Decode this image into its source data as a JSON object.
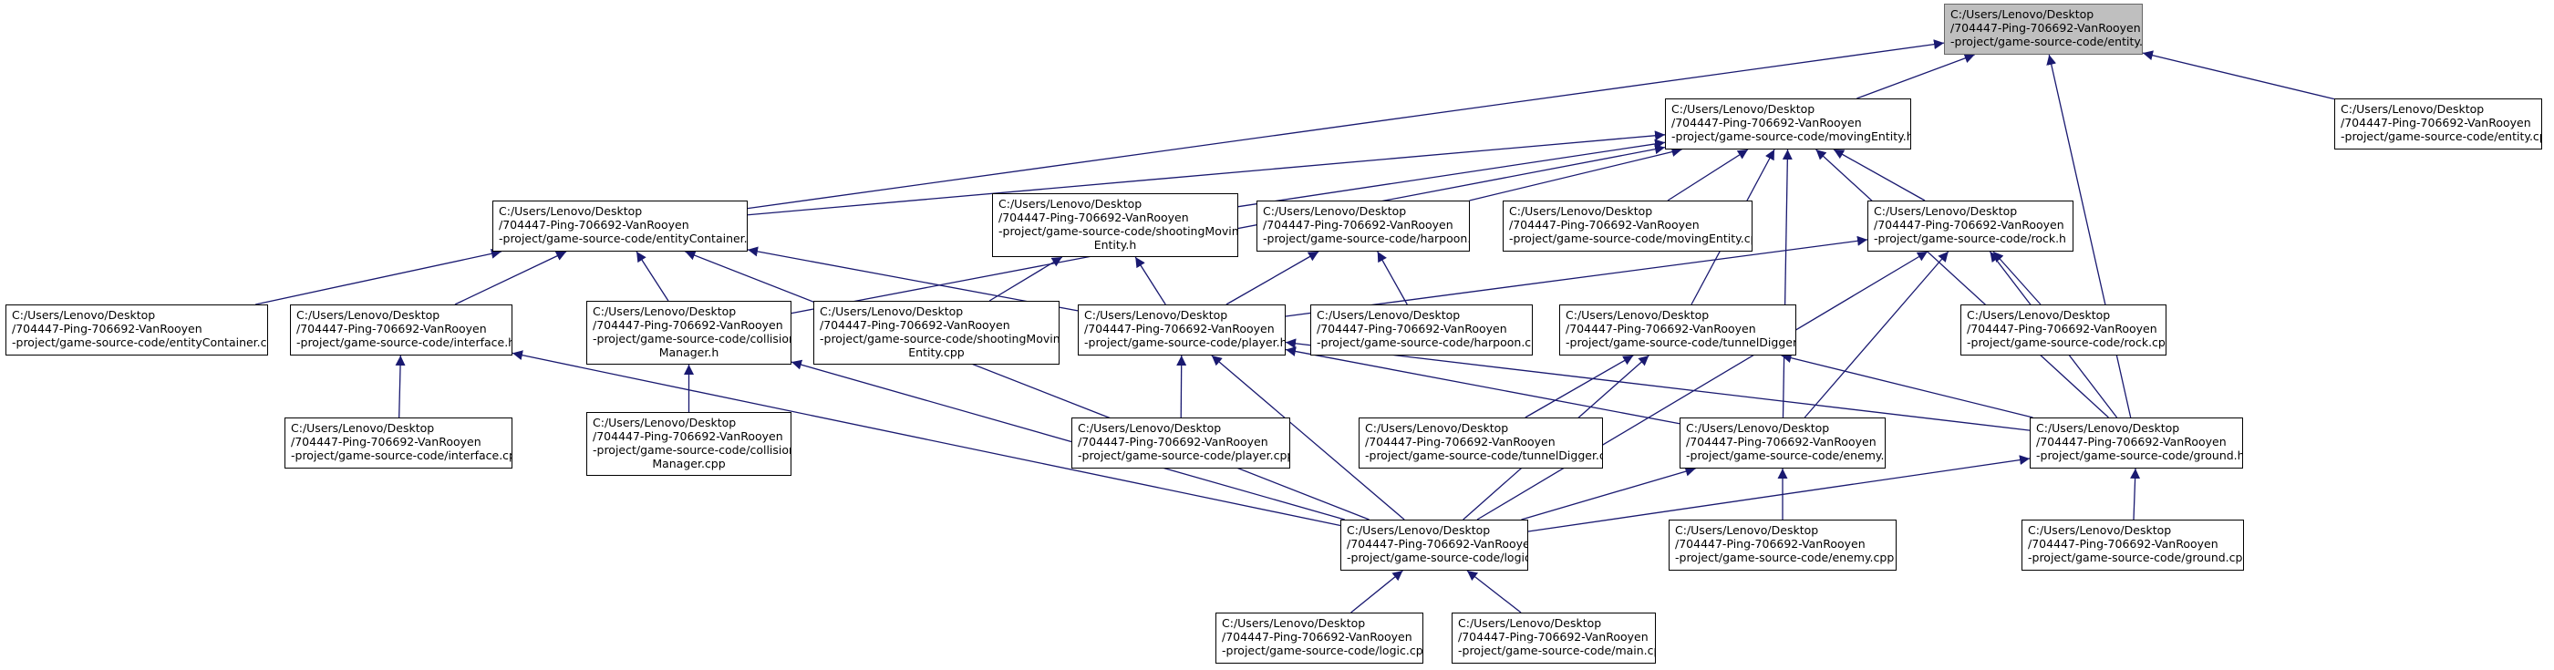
{
  "colors": {
    "edge": "#191970",
    "root_fill": "#bfbfbf",
    "node_border": "#000000"
  },
  "nodes": [
    {
      "id": "entity_h",
      "lines": [
        "C:/Users/Lenovo/Desktop",
        "/704447-Ping-706692-VanRooyen",
        "-project/game-source-code/entity.h"
      ],
      "root": true
    },
    {
      "id": "movingEntity_h",
      "lines": [
        "C:/Users/Lenovo/Desktop",
        "/704447-Ping-706692-VanRooyen",
        "-project/game-source-code/movingEntity.h"
      ]
    },
    {
      "id": "entity_cpp",
      "lines": [
        "C:/Users/Lenovo/Desktop",
        "/704447-Ping-706692-VanRooyen",
        "-project/game-source-code/entity.cpp"
      ]
    },
    {
      "id": "entityContainer_h",
      "lines": [
        "C:/Users/Lenovo/Desktop",
        "/704447-Ping-706692-VanRooyen",
        "-project/game-source-code/entityContainer.h"
      ]
    },
    {
      "id": "shootingMovingEntity_h",
      "lines": [
        "C:/Users/Lenovo/Desktop",
        "/704447-Ping-706692-VanRooyen",
        "-project/game-source-code/shootingMoving",
        "Entity.h"
      ],
      "center_last": true
    },
    {
      "id": "harpoon_h",
      "lines": [
        "C:/Users/Lenovo/Desktop",
        "/704447-Ping-706692-VanRooyen",
        "-project/game-source-code/harpoon.h"
      ]
    },
    {
      "id": "movingEntity_cpp",
      "lines": [
        "C:/Users/Lenovo/Desktop",
        "/704447-Ping-706692-VanRooyen",
        "-project/game-source-code/movingEntity.cpp"
      ]
    },
    {
      "id": "rock_h",
      "lines": [
        "C:/Users/Lenovo/Desktop",
        "/704447-Ping-706692-VanRooyen",
        "-project/game-source-code/rock.h"
      ]
    },
    {
      "id": "entityContainer_cpp",
      "lines": [
        "C:/Users/Lenovo/Desktop",
        "/704447-Ping-706692-VanRooyen",
        "-project/game-source-code/entityContainer.cpp"
      ]
    },
    {
      "id": "interface_h",
      "lines": [
        "C:/Users/Lenovo/Desktop",
        "/704447-Ping-706692-VanRooyen",
        "-project/game-source-code/interface.h"
      ]
    },
    {
      "id": "collisionManager_h",
      "lines": [
        "C:/Users/Lenovo/Desktop",
        "/704447-Ping-706692-VanRooyen",
        "-project/game-source-code/collision",
        "Manager.h"
      ],
      "center_last": true
    },
    {
      "id": "shootingMovingEntity_cpp",
      "lines": [
        "C:/Users/Lenovo/Desktop",
        "/704447-Ping-706692-VanRooyen",
        "-project/game-source-code/shootingMoving",
        "Entity.cpp"
      ],
      "center_last": true
    },
    {
      "id": "player_h",
      "lines": [
        "C:/Users/Lenovo/Desktop",
        "/704447-Ping-706692-VanRooyen",
        "-project/game-source-code/player.h"
      ]
    },
    {
      "id": "harpoon_cpp",
      "lines": [
        "C:/Users/Lenovo/Desktop",
        "/704447-Ping-706692-VanRooyen",
        "-project/game-source-code/harpoon.cpp"
      ]
    },
    {
      "id": "tunnelDigger_h",
      "lines": [
        "C:/Users/Lenovo/Desktop",
        "/704447-Ping-706692-VanRooyen",
        "-project/game-source-code/tunnelDigger.h"
      ]
    },
    {
      "id": "rock_cpp",
      "lines": [
        "C:/Users/Lenovo/Desktop",
        "/704447-Ping-706692-VanRooyen",
        "-project/game-source-code/rock.cpp"
      ]
    },
    {
      "id": "interface_cpp",
      "lines": [
        "C:/Users/Lenovo/Desktop",
        "/704447-Ping-706692-VanRooyen",
        "-project/game-source-code/interface.cpp"
      ]
    },
    {
      "id": "collisionManager_cpp",
      "lines": [
        "C:/Users/Lenovo/Desktop",
        "/704447-Ping-706692-VanRooyen",
        "-project/game-source-code/collision",
        "Manager.cpp"
      ],
      "center_last": true
    },
    {
      "id": "player_cpp",
      "lines": [
        "C:/Users/Lenovo/Desktop",
        "/704447-Ping-706692-VanRooyen",
        "-project/game-source-code/player.cpp"
      ]
    },
    {
      "id": "tunnelDigger_cpp",
      "lines": [
        "C:/Users/Lenovo/Desktop",
        "/704447-Ping-706692-VanRooyen",
        "-project/game-source-code/tunnelDigger.cpp"
      ]
    },
    {
      "id": "enemy_h",
      "lines": [
        "C:/Users/Lenovo/Desktop",
        "/704447-Ping-706692-VanRooyen",
        "-project/game-source-code/enemy.h"
      ]
    },
    {
      "id": "ground_h",
      "lines": [
        "C:/Users/Lenovo/Desktop",
        "/704447-Ping-706692-VanRooyen",
        "-project/game-source-code/ground.h"
      ]
    },
    {
      "id": "logic_h",
      "lines": [
        "C:/Users/Lenovo/Desktop",
        "/704447-Ping-706692-VanRooyen",
        "-project/game-source-code/logic.h"
      ]
    },
    {
      "id": "enemy_cpp",
      "lines": [
        "C:/Users/Lenovo/Desktop",
        "/704447-Ping-706692-VanRooyen",
        "-project/game-source-code/enemy.cpp"
      ]
    },
    {
      "id": "ground_cpp",
      "lines": [
        "C:/Users/Lenovo/Desktop",
        "/704447-Ping-706692-VanRooyen",
        "-project/game-source-code/ground.cpp"
      ]
    },
    {
      "id": "logic_cpp",
      "lines": [
        "C:/Users/Lenovo/Desktop",
        "/704447-Ping-706692-VanRooyen",
        "-project/game-source-code/logic.cpp"
      ]
    },
    {
      "id": "main_cpp",
      "lines": [
        "C:/Users/Lenovo/Desktop",
        "/704447-Ping-706692-VanRooyen",
        "-project/game-source-code/main.cpp"
      ]
    }
  ],
  "edges": [
    {
      "from": "movingEntity_h",
      "to": "entity_h"
    },
    {
      "from": "entity_cpp",
      "to": "entity_h"
    },
    {
      "from": "entityContainer_h",
      "to": "entity_h"
    },
    {
      "from": "ground_h",
      "to": "entity_h"
    },
    {
      "from": "entityContainer_h",
      "to": "movingEntity_h"
    },
    {
      "from": "shootingMovingEntity_h",
      "to": "movingEntity_h"
    },
    {
      "from": "harpoon_h",
      "to": "movingEntity_h"
    },
    {
      "from": "movingEntity_cpp",
      "to": "movingEntity_h"
    },
    {
      "from": "rock_h",
      "to": "movingEntity_h"
    },
    {
      "from": "tunnelDigger_h",
      "to": "movingEntity_h"
    },
    {
      "from": "enemy_h",
      "to": "movingEntity_h"
    },
    {
      "from": "ground_h",
      "to": "movingEntity_h"
    },
    {
      "from": "collisionManager_h",
      "to": "movingEntity_h"
    },
    {
      "from": "entityContainer_cpp",
      "to": "entityContainer_h"
    },
    {
      "from": "interface_h",
      "to": "entityContainer_h"
    },
    {
      "from": "collisionManager_h",
      "to": "entityContainer_h"
    },
    {
      "from": "player_h",
      "to": "entityContainer_h"
    },
    {
      "from": "logic_h",
      "to": "entityContainer_h"
    },
    {
      "from": "shootingMovingEntity_cpp",
      "to": "shootingMovingEntity_h"
    },
    {
      "from": "player_h",
      "to": "shootingMovingEntity_h"
    },
    {
      "from": "player_h",
      "to": "harpoon_h"
    },
    {
      "from": "harpoon_cpp",
      "to": "harpoon_h"
    },
    {
      "from": "player_h",
      "to": "rock_h"
    },
    {
      "from": "rock_cpp",
      "to": "rock_h"
    },
    {
      "from": "enemy_h",
      "to": "rock_h"
    },
    {
      "from": "ground_h",
      "to": "rock_h"
    },
    {
      "from": "logic_h",
      "to": "rock_h"
    },
    {
      "from": "interface_cpp",
      "to": "interface_h"
    },
    {
      "from": "logic_h",
      "to": "interface_h"
    },
    {
      "from": "collisionManager_cpp",
      "to": "collisionManager_h"
    },
    {
      "from": "logic_h",
      "to": "collisionManager_h"
    },
    {
      "from": "player_cpp",
      "to": "player_h"
    },
    {
      "from": "enemy_h",
      "to": "player_h"
    },
    {
      "from": "ground_h",
      "to": "player_h"
    },
    {
      "from": "logic_h",
      "to": "player_h"
    },
    {
      "from": "tunnelDigger_cpp",
      "to": "tunnelDigger_h"
    },
    {
      "from": "ground_h",
      "to": "tunnelDigger_h"
    },
    {
      "from": "logic_h",
      "to": "tunnelDigger_h"
    },
    {
      "from": "enemy_cpp",
      "to": "enemy_h"
    },
    {
      "from": "logic_h",
      "to": "enemy_h"
    },
    {
      "from": "ground_cpp",
      "to": "ground_h"
    },
    {
      "from": "logic_h",
      "to": "ground_h"
    },
    {
      "from": "logic_cpp",
      "to": "logic_h"
    },
    {
      "from": "main_cpp",
      "to": "logic_h"
    }
  ]
}
